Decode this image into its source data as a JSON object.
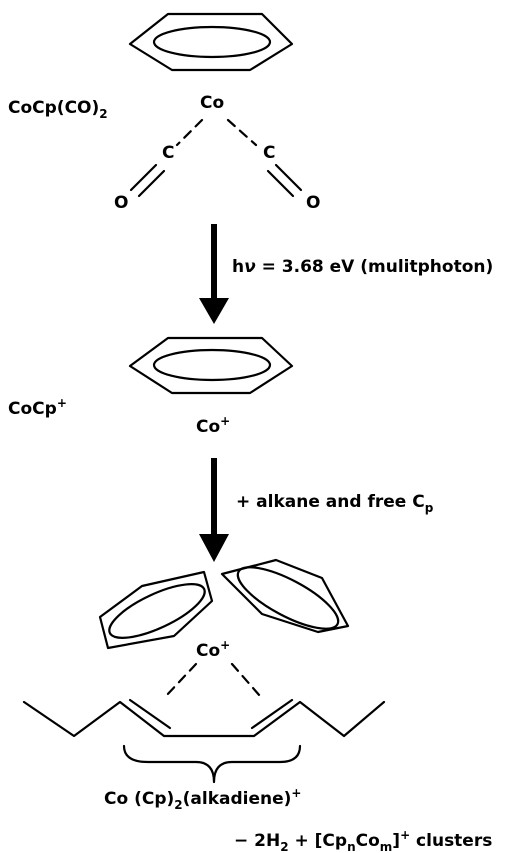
{
  "species": {
    "reactant": {
      "formula_main": "CoCp(CO)",
      "formula_sub": "2",
      "metal": "Co",
      "carbon_left": "C",
      "carbon_right": "C",
      "oxygen_left": "O",
      "oxygen_right": "O"
    },
    "intermediate": {
      "formula_main": "CoCp",
      "formula_sup": "+",
      "metal": "Co",
      "metal_sup": "+"
    },
    "product": {
      "metal": "Co",
      "metal_sup": "+",
      "name_part1": "Co (Cp)",
      "name_sub": "2",
      "name_part2": "(alkadiene)",
      "name_sup": "+"
    }
  },
  "steps": {
    "step1": {
      "prefix": "h",
      "nu": "ν",
      "rest": " = 3.68 eV (mulitphoton)"
    },
    "step2": {
      "text": "+  alkane and free C",
      "sub": "p"
    }
  },
  "byproducts": {
    "part1": "− 2H",
    "sub1": "2",
    "part2": " +  [Cp",
    "sub_n": "n",
    "part3": "Co",
    "sub_m": "m",
    "part4": "]",
    "sup": "+",
    "part5": " clusters"
  }
}
